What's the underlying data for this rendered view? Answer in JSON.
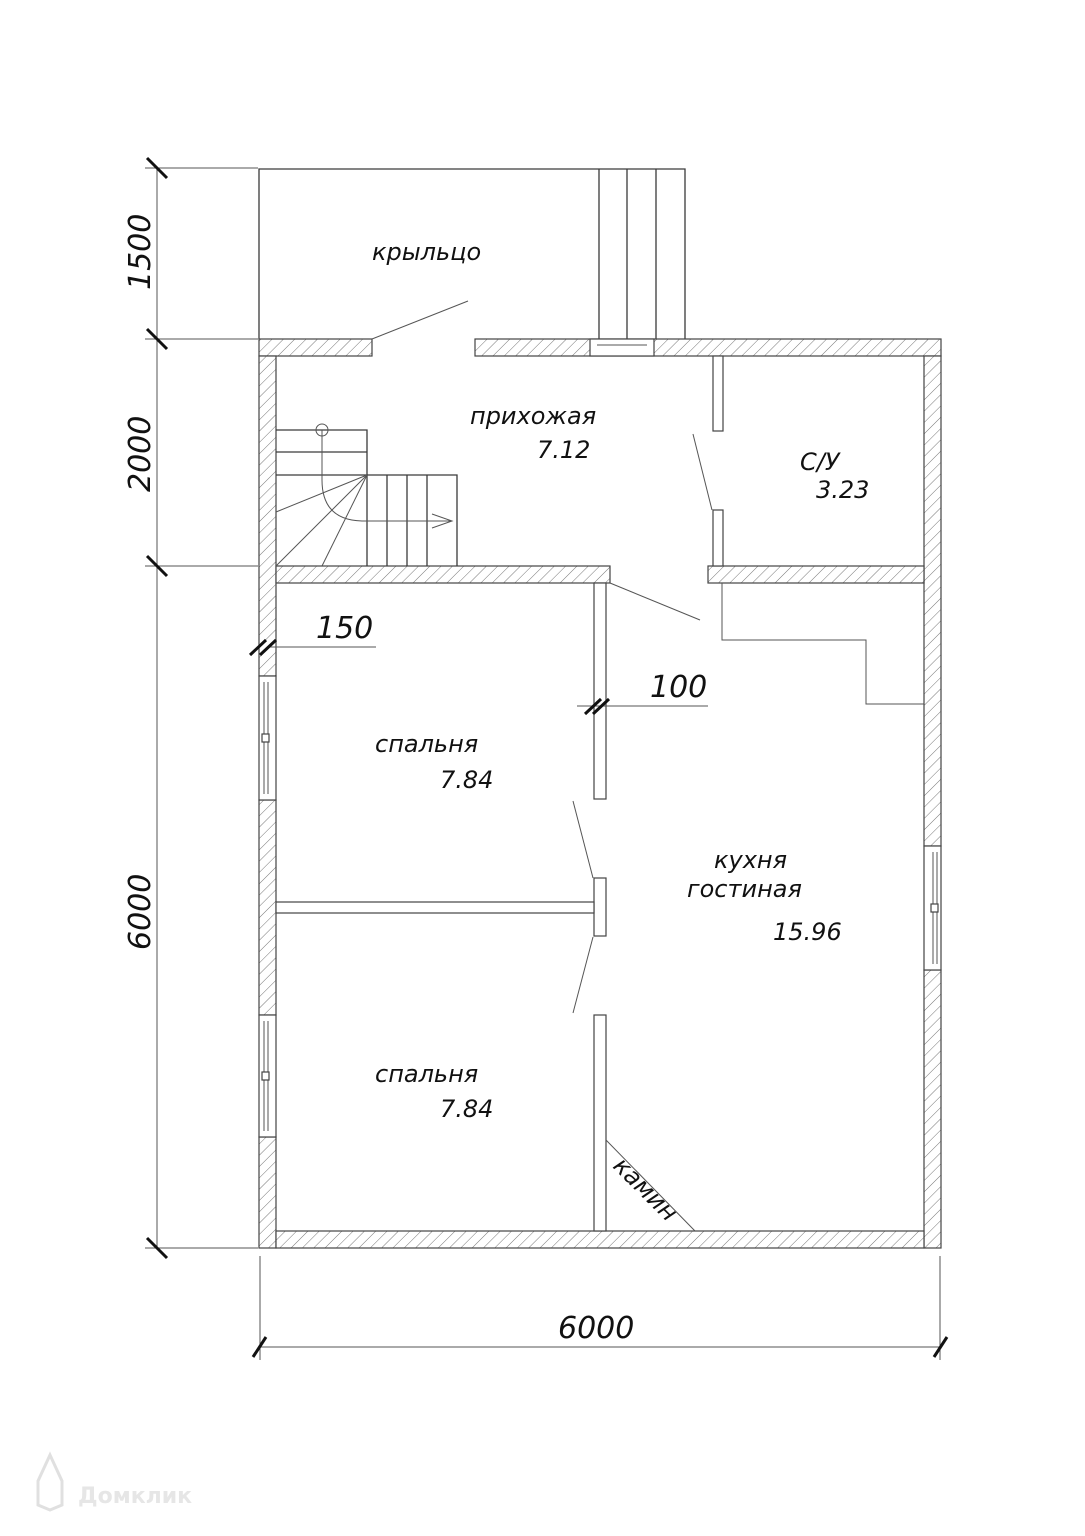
{
  "plan": {
    "rooms": [
      {
        "name": "крыльцо",
        "area": ""
      },
      {
        "name": "прихожая",
        "area": "7.12"
      },
      {
        "name": "С/У",
        "area": "3.23"
      },
      {
        "name": "спальня",
        "area": "7.84"
      },
      {
        "name": "спальня",
        "area": "7.84"
      },
      {
        "name": "кухня",
        "name2": "гостиная",
        "area": "15.96"
      }
    ],
    "fireplace_label": "камин",
    "dimensions": {
      "porch_depth": "1500",
      "hall_depth": "2000",
      "main_depth": "6000",
      "total_width": "6000",
      "outer_wall": "150",
      "inner_wall": "100"
    }
  },
  "watermark": "Домклик"
}
